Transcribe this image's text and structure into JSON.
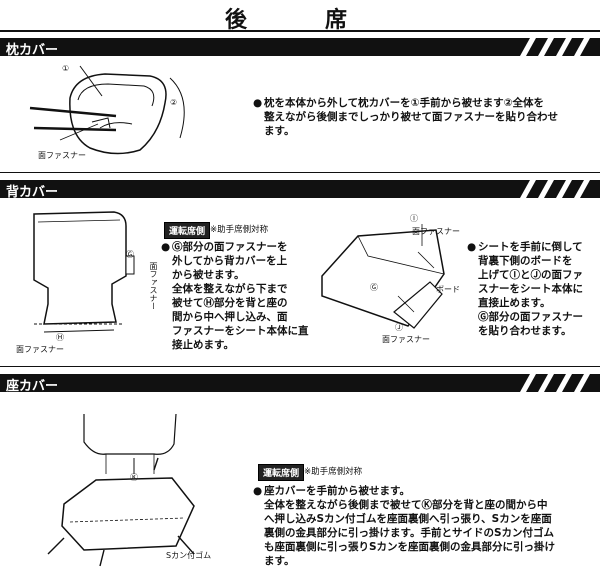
{
  "header": {
    "title": "後　席"
  },
  "sections": {
    "pillow": {
      "title": "枕カバー",
      "labels": {
        "n1": "①",
        "n2": "②",
        "fastener": "面ファスナー"
      },
      "text_lines": [
        "枕を本体から外して枕カバーを①手前から被せます②全体を",
        "整えながら後側までしっかり被せて面ファスナーを貼り合わせ",
        "ます。"
      ]
    },
    "back": {
      "title": "背カバー",
      "badge": "運転席側",
      "note": "※助手席側対称",
      "labels": {
        "g": "Ⓖ",
        "h": "Ⓗ",
        "i": "Ⓘ",
        "j": "Ⓙ",
        "fastener_vertical": "面ファスナー",
        "fastener_left": "面ファスナー",
        "fastener_top": "面ファスナー",
        "fastener_bottom": "面ファスナー",
        "board": "ボード"
      },
      "text_left": [
        "Ⓖ部分の面ファスナーを",
        "外してから背カバーを上",
        "から被せます。",
        "全体を整えながら下まで",
        "被せてⒽ部分を背と座の",
        "間から中へ押し込み、面",
        "ファスナーをシート本体に直",
        "接止めます。"
      ],
      "text_right": [
        "シートを手前に倒して",
        "背裏下側のボードを",
        "上げてⒾとⒿの面ファ",
        "スナーをシート本体に",
        "直接止めます。",
        "Ⓖ部分の面ファスナー",
        "を貼り合わせます。"
      ]
    },
    "seat": {
      "title": "座カバー",
      "badge": "運転席側",
      "note": "※助手席側対称",
      "labels": {
        "k": "Ⓚ",
        "hook": "Sカン付ゴム"
      },
      "text_lines": [
        "座カバーを手前から被せます。",
        "全体を整えながら後側まで被せてⓀ部分を背と座の間から中",
        "へ押し込みSカン付ゴムを座面裏側へ引っ張り、Sカンを座面",
        "裏側の金具部分に引っ掛けます。手前とサイドのSカン付ゴム",
        "も座面裏側に引っ張りSカンを座面裏側の金具部分に引っ掛け",
        "ます。"
      ]
    }
  }
}
